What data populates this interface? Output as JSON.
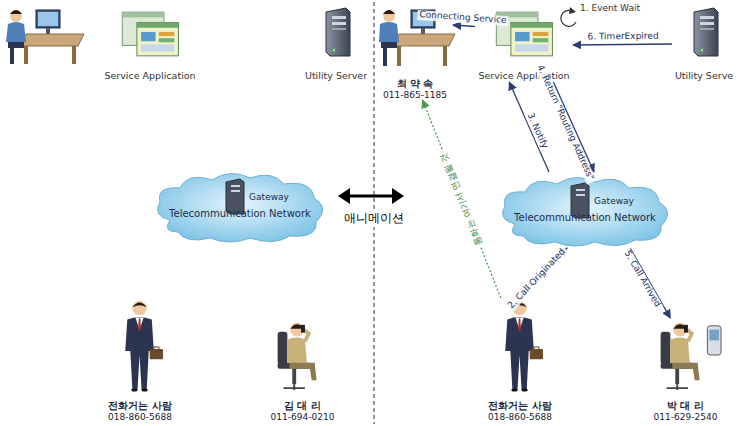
{
  "diagram": {
    "nodes": [
      {
        "text": [
          "Service Application"
        ]
      },
      {
        "text": [
          "Utility Server"
        ]
      },
      {
        "text": [
          "Gateway",
          "Telecommunication Network"
        ]
      },
      {
        "text": [
          "전화거는 사람",
          "018-860-5688"
        ]
      },
      {
        "text": [
          "김 대 리",
          "011-694-0210"
        ]
      },
      {
        "text": [
          "최 약 속",
          "011-865-1185"
        ]
      },
      {
        "text": [
          "Service Application"
        ]
      },
      {
        "text": [
          "Utility Serve"
        ]
      },
      {
        "text": [
          "Gateway",
          "Telecommunication Network"
        ]
      },
      {
        "text": [
          "전화거는 사람",
          "018-860-5688"
        ]
      },
      {
        "text": [
          "박 대 리",
          "011-629-2540"
        ]
      }
    ],
    "edges": [
      {
        "from": 6,
        "to": 5,
        "label": "Connecting Service",
        "arrow": "to"
      },
      {
        "from": 7,
        "to": 6,
        "label": "6. TimerExpired",
        "arrow": "to"
      },
      {
        "from": 8,
        "to": 6,
        "label": "3. Notify",
        "arrow": "to"
      },
      {
        "from": 6,
        "to": 8,
        "label": "4. Return \"Routing Address\"",
        "arrow": "to"
      },
      {
        "from": 9,
        "to": 8,
        "label": "2. Call Originated",
        "arrow": "to"
      },
      {
        "from": 8,
        "to": 10,
        "label": "5. Call Arrived",
        "arrow": "to"
      },
      {
        "from": 9,
        "to": 5,
        "label": "통화는 여기서 연결될 것",
        "arrow": "to"
      }
    ],
    "labels": [
      "1. Event Wait",
      "애니메이션"
    ]
  }
}
